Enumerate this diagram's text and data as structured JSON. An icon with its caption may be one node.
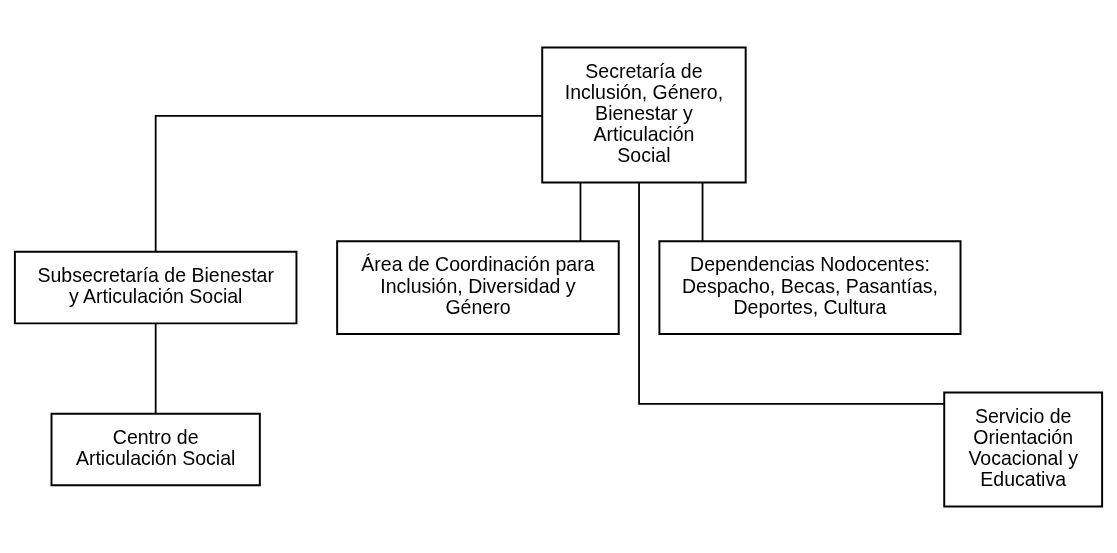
{
  "diagram": {
    "nodes": [
      {
        "text": [
          "Secretaría de Inclusión, Género, Bienestar y Articulación Social"
        ]
      },
      {
        "text": [
          "Subsecretaría de Bienestar y Articulación Social"
        ]
      },
      {
        "text": [
          "Área de Coordinación para Inclusión, Diversidad y Género"
        ]
      },
      {
        "text": [
          "Dependencias Nodocentes: Despacho, Becas, Pasantías, Deportes, Cultura"
        ]
      },
      {
        "text": [
          "Centro de Articulación Social"
        ]
      },
      {
        "text": [
          "Servicio de Orientación Vocacional y Educativa"
        ]
      }
    ],
    "edges": [
      {
        "from": 0,
        "to": 1,
        "arrow": "none"
      },
      {
        "from": 0,
        "to": 2,
        "arrow": "none"
      },
      {
        "from": 0,
        "to": 5,
        "arrow": "none"
      },
      {
        "from": 0,
        "to": 3,
        "arrow": "none"
      },
      {
        "from": 1,
        "to": 4,
        "arrow": "none"
      }
    ]
  }
}
